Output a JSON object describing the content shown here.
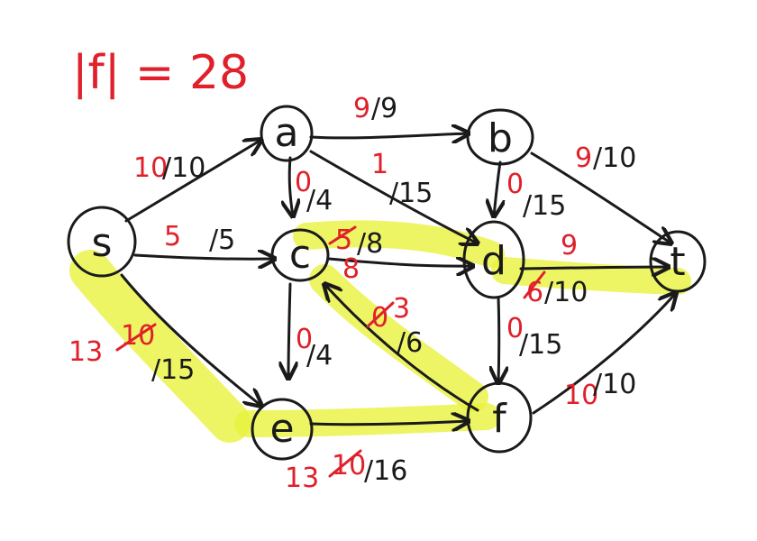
{
  "flow_value": {
    "text": "|f| = 28"
  },
  "nodes": [
    {
      "id": "s",
      "label": "s"
    },
    {
      "id": "a",
      "label": "a"
    },
    {
      "id": "b",
      "label": "b"
    },
    {
      "id": "c",
      "label": "c"
    },
    {
      "id": "d",
      "label": "d"
    },
    {
      "id": "e",
      "label": "e"
    },
    {
      "id": "f",
      "label": "f"
    },
    {
      "id": "t",
      "label": "t"
    }
  ],
  "edges": {
    "s_a": {
      "flow": "10",
      "capacity": "/10"
    },
    "s_c": {
      "flow": "5",
      "capacity": "/5"
    },
    "s_e": {
      "old_flow": "10",
      "new_flow": "13",
      "capacity": "/15"
    },
    "a_b": {
      "flow": "9",
      "capacity": "/9"
    },
    "a_c": {
      "flow": "0",
      "capacity": "/4"
    },
    "a_d": {
      "flow": "1",
      "capacity": "/15"
    },
    "b_d": {
      "flow": "0",
      "capacity": "/15"
    },
    "b_t": {
      "flow": "9",
      "capacity": "/10"
    },
    "c_d": {
      "old_flow": "5",
      "new_flow": "8",
      "capacity": "/8"
    },
    "c_e": {
      "flow": "0",
      "capacity": "/4"
    },
    "f_c": {
      "old_flow": "0",
      "new_flow": "3",
      "capacity": "/6"
    },
    "d_t": {
      "old_flow": "6",
      "new_flow": "9",
      "capacity": "/10"
    },
    "d_f": {
      "flow": "0",
      "capacity": "/15"
    },
    "e_f": {
      "old_flow": "10",
      "new_flow": "13",
      "capacity": "/16"
    },
    "f_t": {
      "flow": "10",
      "capacity": "/10"
    }
  },
  "colors": {
    "ink": "#1a1a1a",
    "annotation": "#e0202a",
    "highlight": "#e8f23a"
  }
}
